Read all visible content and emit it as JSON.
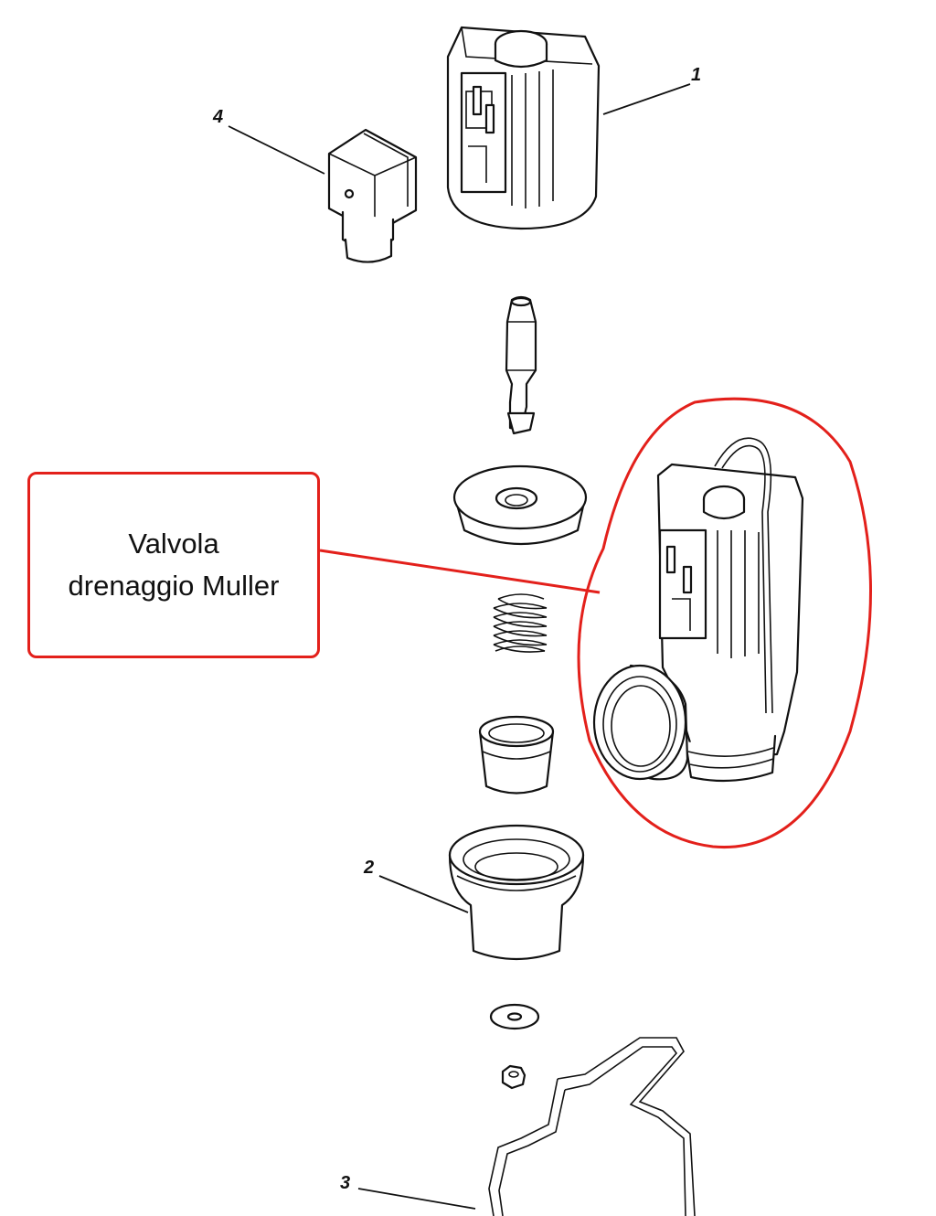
{
  "annotation": {
    "line1": "Valvola",
    "line2": "drenaggio Muller",
    "color": "#e3201b"
  },
  "callouts": [
    {
      "id": "1",
      "text": "1"
    },
    {
      "id": "2",
      "text": "2"
    },
    {
      "id": "3",
      "text": "3"
    },
    {
      "id": "4",
      "text": "4"
    }
  ]
}
